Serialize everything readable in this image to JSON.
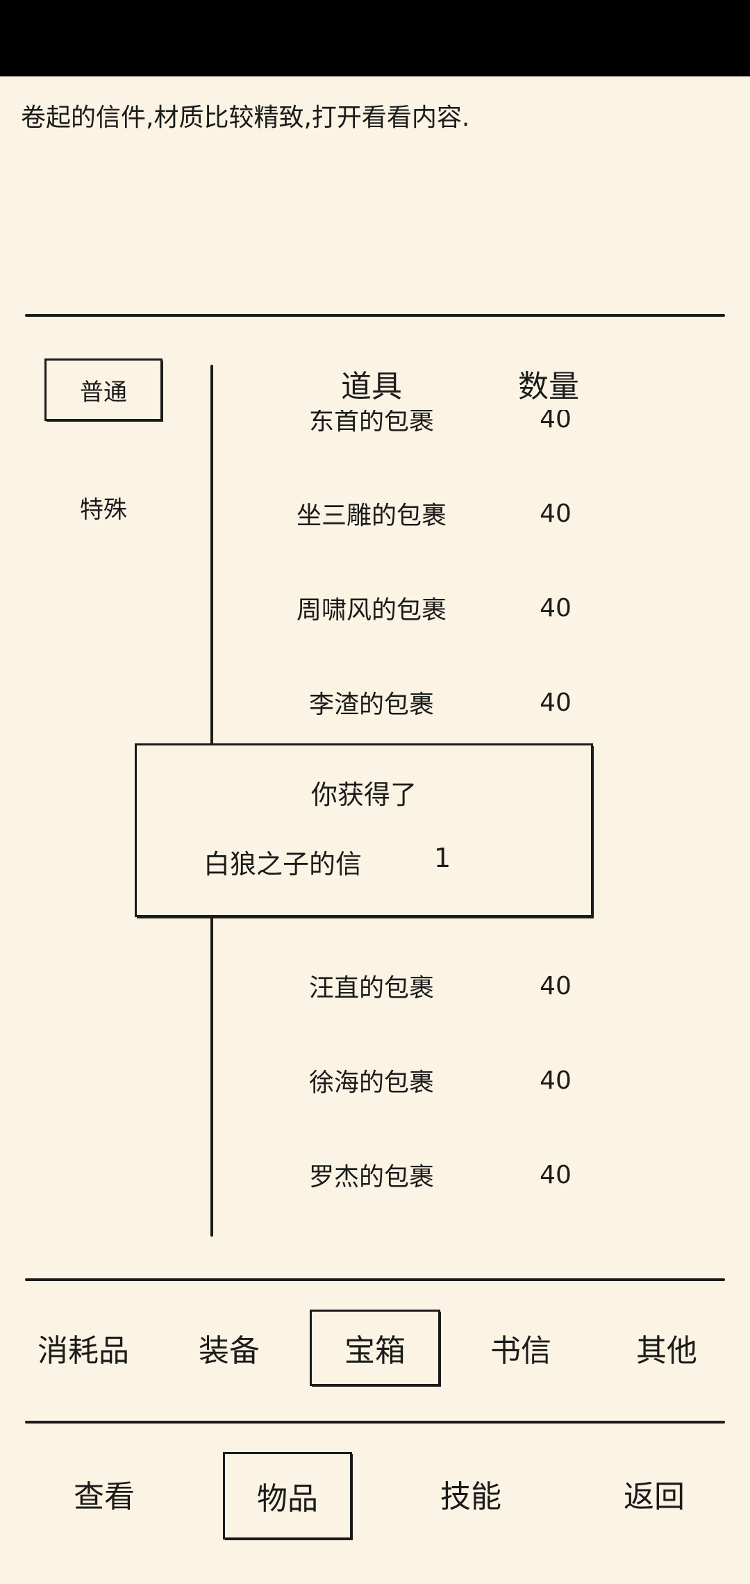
{
  "description": "卷起的信件,材质比较精致,打开看看内容.",
  "side_tabs": {
    "normal": "普通",
    "special": "特殊"
  },
  "list_header": {
    "item": "道具",
    "qty": "数量"
  },
  "items": [
    {
      "name": "东首的包裹",
      "qty": "40"
    },
    {
      "name": "坐三雕的包裹",
      "qty": "40"
    },
    {
      "name": "周啸风的包裹",
      "qty": "40"
    },
    {
      "name": "李渣的包裹",
      "qty": "40"
    },
    {
      "name": "",
      "qty": ""
    },
    {
      "name": "",
      "qty": ""
    },
    {
      "name": "汪直的包裹",
      "qty": "40"
    },
    {
      "name": "徐海的包裹",
      "qty": "40"
    },
    {
      "name": "罗杰的包裹",
      "qty": "40"
    }
  ],
  "dialog": {
    "title": "你获得了",
    "item_name": "白狼之子的信",
    "item_qty": "1"
  },
  "category_tabs": {
    "consumables": "消耗品",
    "equipment": "装备",
    "chest": "宝箱",
    "letters": "书信",
    "other": "其他"
  },
  "bottom_nav": {
    "view": "查看",
    "items": "物品",
    "skills": "技能",
    "back": "返回"
  }
}
